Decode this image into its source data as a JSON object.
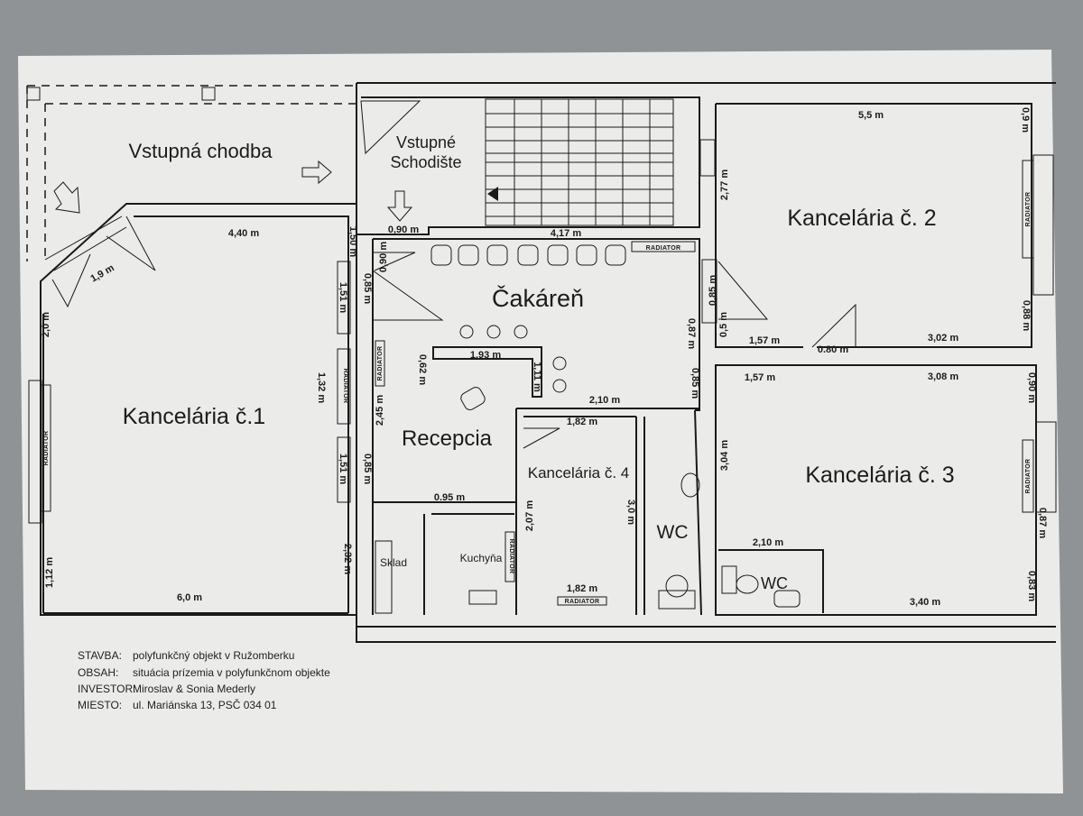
{
  "rooms": {
    "entrance_corridor": "Vstupná chodba",
    "stairs_line1": "Vstupné",
    "stairs_line2": "Schodište",
    "waiting_room": "Čakáreň",
    "office1": "Kancelária č.1",
    "reception": "Recepcia",
    "office4": "Kancelária č. 4",
    "wc_main": "WC",
    "office2": "Kancelária č. 2",
    "office3": "Kancelária č. 3",
    "storage": "Sklad",
    "kitchen": "Kuchyňa",
    "wc_office3": "WC"
  },
  "radiator_label": "RADIATOR",
  "dimensions": [
    "4,40 m",
    "1,50 m",
    "1,9 m",
    "2,0 m",
    "1,51 m",
    "0,85 m",
    "1,32 m",
    "2,45 m",
    "1,51 m",
    "0,85 m",
    "2,32 m",
    "1,12 m",
    "6,0 m",
    "0,90 m",
    "0,90 m",
    "4,17 m",
    "0,62 m",
    "1,93 m",
    "1,11 m",
    "2,10 m",
    "1,82 m",
    "0,87 m",
    "0,85 m",
    "0,85 m",
    "0.95 m",
    "2,07 m",
    "3,0 m",
    "1,82 m",
    "5,5 m",
    "0,9 m",
    "2,77 m",
    "0,5 m",
    "1,57 m",
    "0.80 m",
    "3,02 m",
    "0,88 m",
    "1,57 m",
    "3,08 m",
    "0,90 m",
    "3,04 m",
    "0,87 m",
    "2,10 m",
    "3,40 m",
    "0,83 m"
  ],
  "title_block": [
    {
      "label": "STAVBA:",
      "value": "polyfunkčný objekt v Ružomberku"
    },
    {
      "label": "OBSAH:",
      "value": "situácia prízemia v polyfunkčnom objekte"
    },
    {
      "label": "INVESTOR:",
      "value": "Miroslav & Sonia Mederly"
    },
    {
      "label": "MIESTO:",
      "value": "ul. Mariánska 13, PSČ 034 01"
    }
  ],
  "colors": {
    "paper": "#ececeb",
    "background": "#8f9396",
    "ink": "#1a1a1a"
  }
}
